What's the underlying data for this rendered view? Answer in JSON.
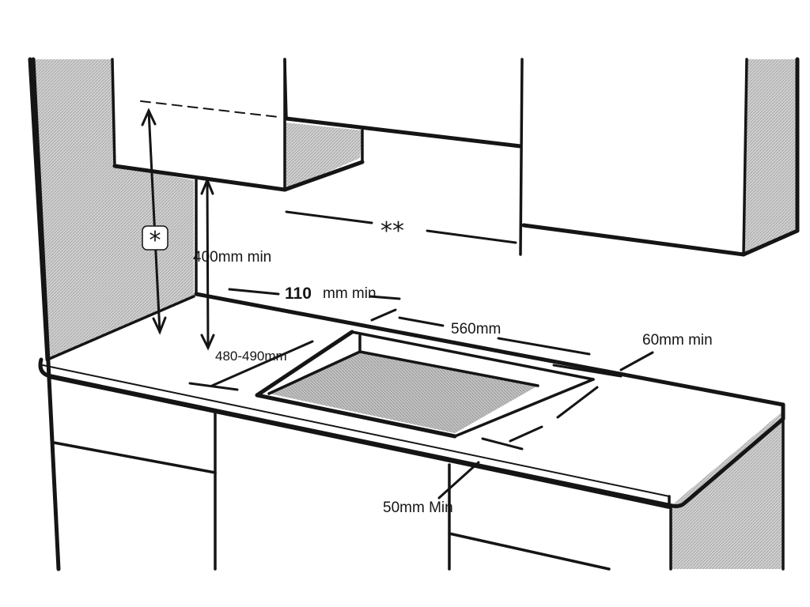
{
  "labels": {
    "single_star": "*",
    "double_star": "**",
    "cabinet_clearance": "400mm min",
    "wall_clearance_value": "110",
    "wall_clearance_unit": "mm min",
    "cutout_width": "560mm",
    "cutout_depth": "480-490mm",
    "front_edge_clearance": "60mm min",
    "under_clearance": "50mm Min"
  },
  "colors": {
    "ink": "#151515",
    "wall_shade": "#c8c8c8",
    "cutout_shade": "#bdbdbd",
    "paper": "#ffffff"
  }
}
